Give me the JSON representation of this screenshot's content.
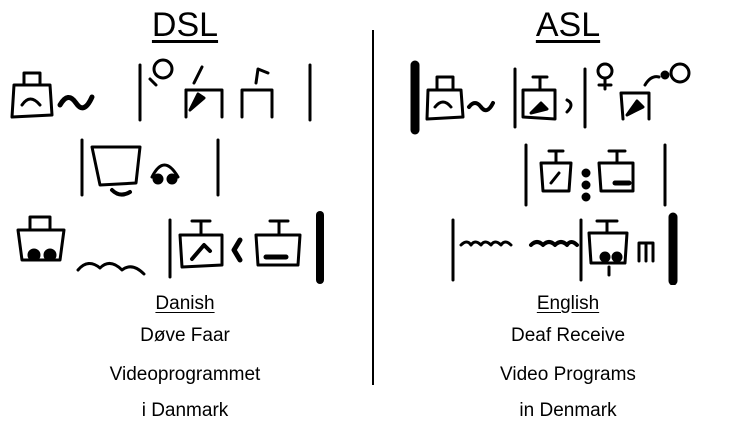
{
  "dsl": {
    "title": "DSL",
    "language": "Danish",
    "lines": [
      "Døve Faar",
      "Videoprogrammet",
      "i Danmark"
    ]
  },
  "asl": {
    "title": "ASL",
    "language": "English",
    "lines": [
      "Deaf Receive",
      "Video Programs",
      "in Denmark"
    ]
  }
}
